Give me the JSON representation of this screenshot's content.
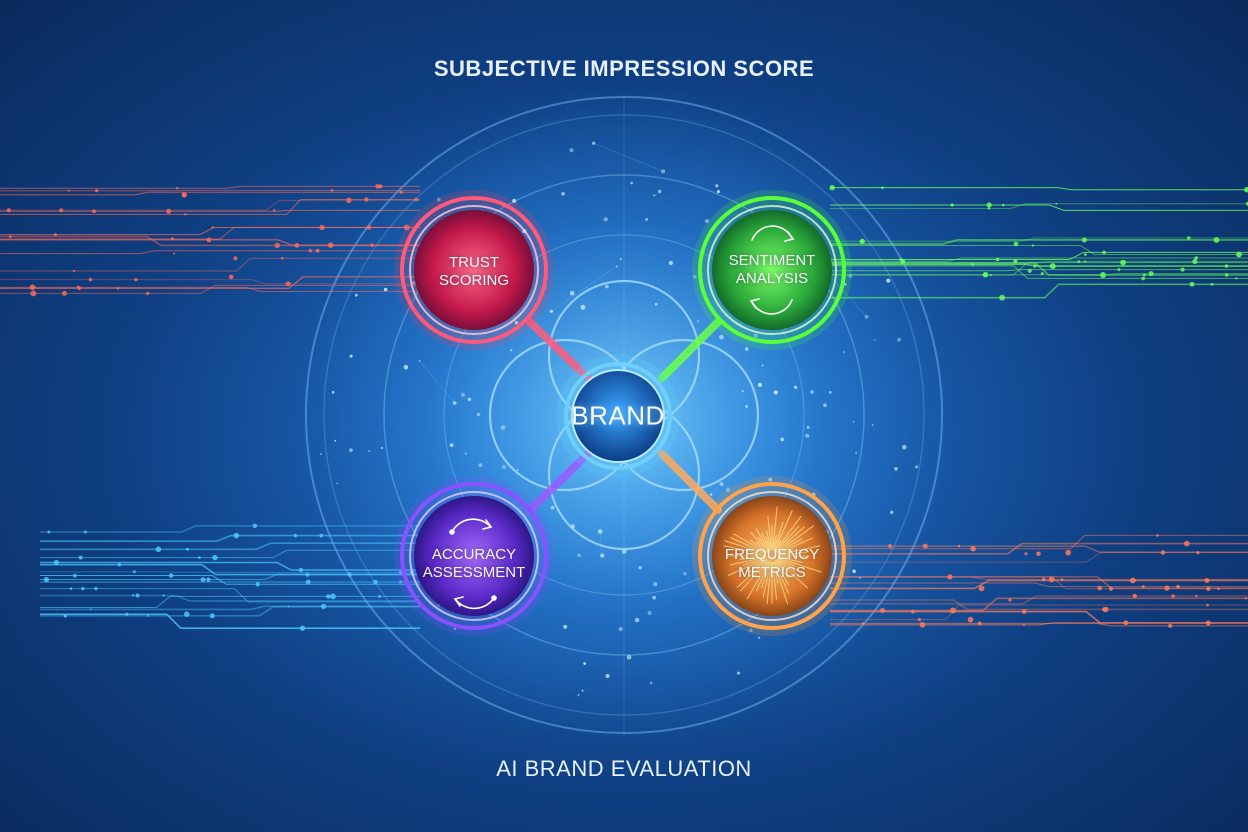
{
  "header": {
    "title": "SUBJECTIVE IMPRESSION SCORE"
  },
  "footer": {
    "title": "AI BRAND EVALUATION"
  },
  "center": {
    "label": "BRAND"
  },
  "nodes": [
    {
      "id": "trust",
      "line1": "TRUST",
      "line2": "SCORING",
      "color": "#ff3b5c"
    },
    {
      "id": "sentiment",
      "line1": "SENTIMENT",
      "line2": "ANALYSIS",
      "color": "#4cff3a"
    },
    {
      "id": "accuracy",
      "line1": "ACCURACY",
      "line2": "ASSESSMENT",
      "color": "#8a4bff"
    },
    {
      "id": "frequency",
      "line1": "FREQUENCY",
      "line2": "METRICS",
      "color": "#ff9a3a"
    }
  ],
  "colors": {
    "background": "#1a5fb0",
    "ring": "#7fc4ff",
    "glow": "#5ad0ff"
  }
}
